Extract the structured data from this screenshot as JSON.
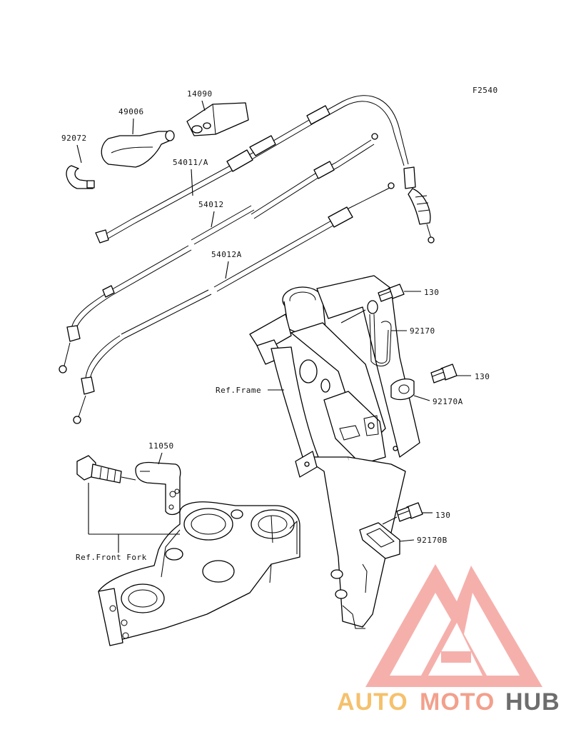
{
  "diagram": {
    "figure_code": "F2540",
    "labels": {
      "p92072": "92072",
      "p49006": "49006",
      "p14090": "14090",
      "p54011a": "54011/A",
      "p54012": "54012",
      "p54012a": "54012A",
      "p130a": "130",
      "p92170": "92170",
      "p130b": "130",
      "p92170a": "92170A",
      "ref_frame": "Ref.Frame",
      "p11050": "11050",
      "p130c": "130",
      "p92170b": "92170B",
      "ref_front_fork": "Ref.Front Fork"
    }
  },
  "watermark": {
    "text_a": "AUTO",
    "text_b": "MOTO",
    "text_c": "HUB",
    "color_a": "#f5c16c",
    "color_b": "#f2a08c",
    "color_c": "#6d6d6d",
    "logo_color": "#f07f7a"
  }
}
